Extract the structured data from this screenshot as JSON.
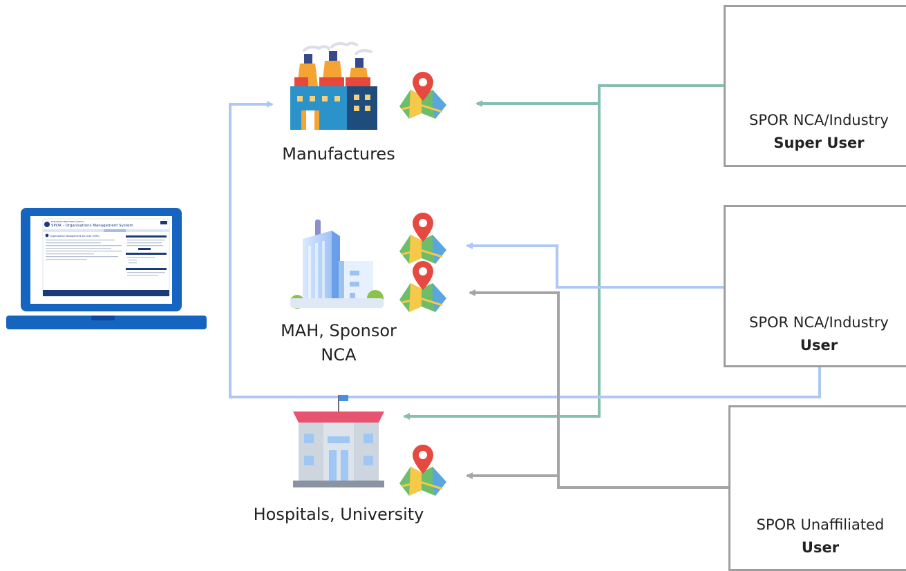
{
  "laptop": {
    "screen_title": "SPOR - Organisations Management System",
    "screen_agency": "EUROPEAN MEDICINES AGENCY",
    "screen_heading": "Organisation Management Services (OMS)"
  },
  "entities": [
    {
      "label": "Manufactures",
      "icon": "factory-icon"
    },
    {
      "label_line1": "MAH, Sponsor",
      "label_line2": "NCA",
      "icon": "office-building-icon"
    },
    {
      "label": "Hospitals, University",
      "icon": "hospital-icon"
    }
  ],
  "roles": [
    {
      "line1": "SPOR NCA/Industry",
      "line2": "Super User",
      "icon": "male-user-avatar-icon"
    },
    {
      "line1": "SPOR NCA/Industry",
      "line2": "User",
      "icon": "female-user-avatar-icon"
    },
    {
      "line1": "SPOR Unaffiliated",
      "line2": "User",
      "icon": "unknown-user-icon"
    }
  ],
  "colors": {
    "teal_arrow": "#86bfb0",
    "blue_arrow": "#aec8f5",
    "grey_arrow": "#a6a6a6",
    "laptop_blue": "#1565c0",
    "box_border": "#9e9e9e"
  }
}
